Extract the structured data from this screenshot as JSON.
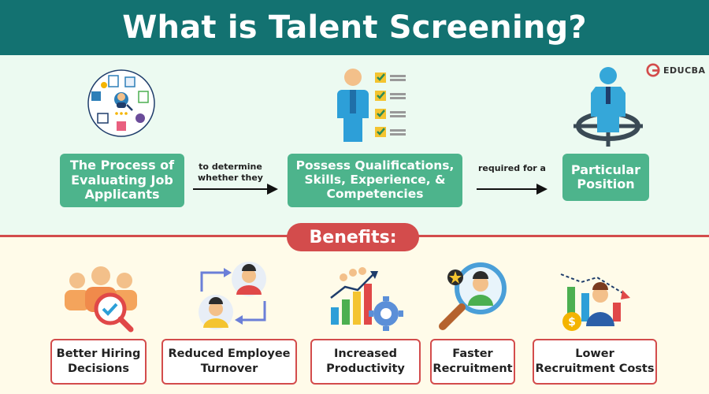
{
  "header": {
    "title": "What is Talent Screening?"
  },
  "logo": {
    "text": "EDUCBA"
  },
  "process": {
    "step1": "The Process of Evaluating Job Applicants",
    "connector1": "to determine whether they",
    "step2": "Possess Qualifications, Skills, Experience, & Competencies",
    "connector2": "required for a",
    "step3": "Particular Position"
  },
  "benefits": {
    "heading": "Benefits:",
    "items": [
      {
        "label": "Better Hiring Decisions"
      },
      {
        "label": "Reduced Employee Turnover"
      },
      {
        "label": "Increased Productivity"
      },
      {
        "label": "Faster Recruitment"
      },
      {
        "label": "Lower Recruitment Costs"
      }
    ]
  },
  "colors": {
    "header_bg": "#137271",
    "top_bg": "#ecfaf1",
    "bottom_bg": "#fffbe9",
    "green_box": "#4db48c",
    "red_accent": "#d34c4c"
  },
  "icons": [
    "applicant-network-icon",
    "checklist-person-icon",
    "target-person-icon",
    "team-check-icon",
    "employee-swap-icon",
    "growth-chart-gear-icon",
    "magnifier-candidate-icon",
    "cost-chart-icon",
    "educba-logo-icon"
  ]
}
